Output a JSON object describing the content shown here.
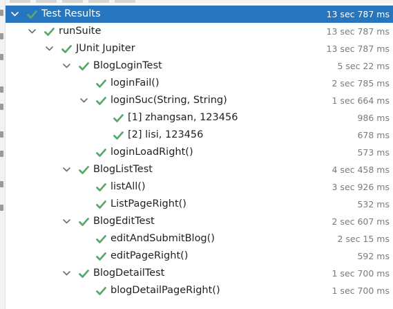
{
  "colors": {
    "selection": "#2675bf",
    "pass_check": "#59a869",
    "caret": "#6e6e6e",
    "duration_text": "#7a7a7a"
  },
  "icons": {
    "expander": "chevron-down-icon",
    "status": "checkmark-icon"
  },
  "tree": {
    "rows": [
      {
        "label": "Test Results",
        "duration": "13 sec 787 ms"
      },
      {
        "label": "runSuite",
        "duration": "13 sec 787 ms"
      },
      {
        "label": "JUnit Jupiter",
        "duration": "13 sec 787 ms"
      },
      {
        "label": "BlogLoginTest",
        "duration": "5 sec 22 ms"
      },
      {
        "label": "loginFail()",
        "duration": "2 sec 785 ms"
      },
      {
        "label": "loginSuc(String, String)",
        "duration": "1 sec 664 ms"
      },
      {
        "label": "[1] zhangsan, 123456",
        "duration": "986 ms"
      },
      {
        "label": "[2] lisi, 123456",
        "duration": "678 ms"
      },
      {
        "label": "loginLoadRight()",
        "duration": "573 ms"
      },
      {
        "label": "BlogListTest",
        "duration": "4 sec 458 ms"
      },
      {
        "label": "listAll()",
        "duration": "3 sec 926 ms"
      },
      {
        "label": "ListPageRight()",
        "duration": "532 ms"
      },
      {
        "label": "BlogEditTest",
        "duration": "2 sec 607 ms"
      },
      {
        "label": "editAndSubmitBlog()",
        "duration": "2 sec 15 ms"
      },
      {
        "label": "editPageRight()",
        "duration": "592 ms"
      },
      {
        "label": "BlogDetailTest",
        "duration": "1 sec 700 ms"
      },
      {
        "label": "blogDetailPageRight()",
        "duration": "1 sec 700 ms"
      }
    ]
  }
}
